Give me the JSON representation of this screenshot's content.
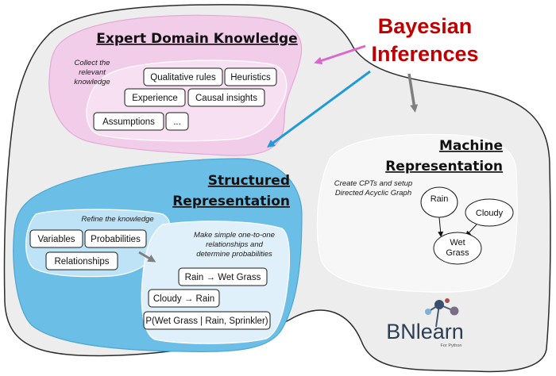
{
  "title": {
    "line1": "Bayesian",
    "line2": "Inferences"
  },
  "expert": {
    "heading": "Expert Domain Knowledge",
    "note": [
      "Collect the",
      "relevant",
      "knowledge"
    ],
    "chips": {
      "qualitative": "Qualitative rules",
      "heuristics": "Heuristics",
      "experience": "Experience",
      "causal": "Causal insights",
      "assumptions": "Assumptions",
      "more": "..."
    }
  },
  "structured": {
    "heading": [
      "Structured",
      "Representation"
    ],
    "refine_note": "Refine the knowledge",
    "chips": {
      "variables": "Variables",
      "probabilities": "Probabilities",
      "relationships": "Relationships"
    },
    "simple_note": [
      "Make simple one-to-one",
      "relationships and",
      "determine probabilities"
    ],
    "relations": {
      "rain_wet": "Rain → Wet Grass",
      "cloudy_rain": "Cloudy → Rain",
      "conditional": "P(Wet Grass | Rain, Sprinkler)"
    }
  },
  "machine": {
    "heading": [
      "Machine",
      "Representation"
    ],
    "note": [
      "Create CPTs and setup",
      "Directed Acyclic Graph"
    ],
    "nodes": {
      "rain": "Rain",
      "cloudy": "Cloudy",
      "wet": [
        "Wet",
        "Grass"
      ]
    }
  },
  "logo": {
    "text": "BNlearn",
    "sub": "For Python"
  },
  "colors": {
    "title_red": "#c00000",
    "pink_region": "#f2cdea",
    "blue_region": "#6bbfe6",
    "arrow_pink": "#dd66cc",
    "arrow_blue": "#1f9bd6",
    "arrow_gray": "#7f7f7f"
  }
}
